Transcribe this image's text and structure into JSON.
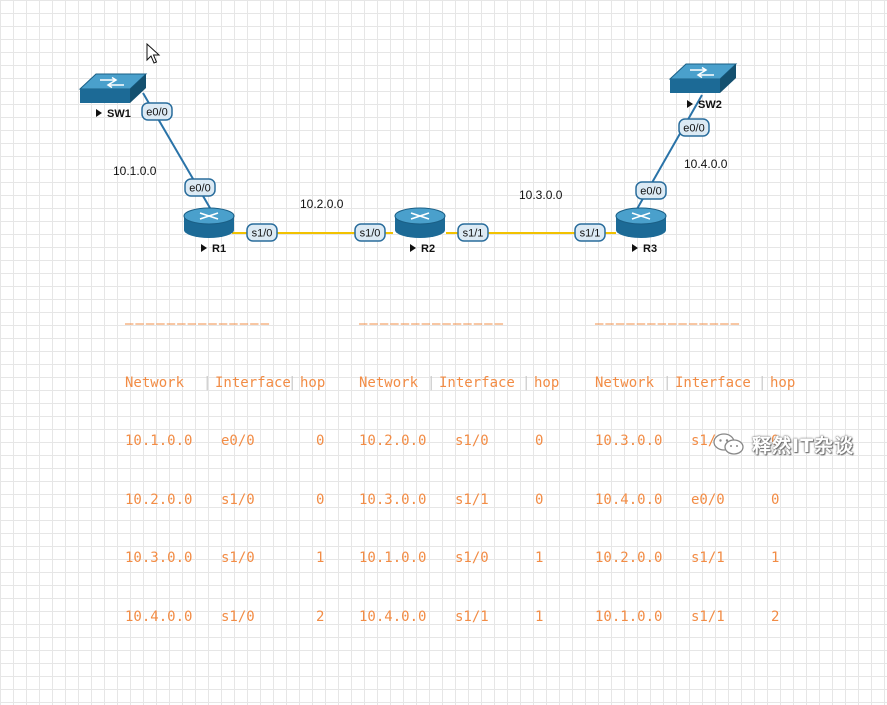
{
  "devices": {
    "sw1": {
      "label": "SW1"
    },
    "sw2": {
      "label": "SW2"
    },
    "r1": {
      "label": "R1"
    },
    "r2": {
      "label": "R2"
    },
    "r3": {
      "label": "R3"
    }
  },
  "links": {
    "sw1_r1": {
      "a_iface": "e0/0",
      "b_iface": "e0/0",
      "network": "10.1.0.0"
    },
    "r1_r2": {
      "a_iface": "s1/0",
      "b_iface": "s1/0",
      "network": "10.2.0.0"
    },
    "r2_r3": {
      "a_iface": "s1/1",
      "b_iface": "s1/1",
      "network": "10.3.0.0"
    },
    "r3_sw2": {
      "a_iface": "e0/0",
      "b_iface": "e0/0",
      "network": "10.4.0.0"
    }
  },
  "tables": [
    {
      "divider": "——————————————",
      "headers": [
        "Network",
        "Interface",
        "hop"
      ],
      "rows": [
        [
          "10.1.0.0",
          "e0/0",
          "0"
        ],
        [
          "10.2.0.0",
          "s1/0",
          "0"
        ],
        [
          "10.3.0.0",
          "s1/0",
          "1"
        ],
        [
          "10.4.0.0",
          "s1/0",
          "2"
        ]
      ]
    },
    {
      "divider": "——————————————",
      "headers": [
        "Network",
        "Interface",
        "hop"
      ],
      "rows": [
        [
          "10.2.0.0",
          "s1/0",
          "0"
        ],
        [
          "10.3.0.0",
          "s1/1",
          "0"
        ],
        [
          "10.1.0.0",
          "s1/0",
          "1"
        ],
        [
          "10.4.0.0",
          "s1/1",
          "1"
        ]
      ]
    },
    {
      "divider": "——————————————",
      "headers": [
        "Network",
        "Interface",
        "hop"
      ],
      "rows": [
        [
          "10.3.0.0",
          "s1/1",
          "0"
        ],
        [
          "10.4.0.0",
          "e0/0",
          "0"
        ],
        [
          "10.2.0.0",
          "s1/1",
          "1"
        ],
        [
          "10.1.0.0",
          "s1/1",
          "2"
        ]
      ]
    }
  ],
  "watermark": {
    "text": "释然IT杂谈"
  },
  "colors": {
    "device": "#1c6a96",
    "ethernet_link": "#2a73a8",
    "serial_link": "#f2c200",
    "table_text": "#f28c45"
  }
}
